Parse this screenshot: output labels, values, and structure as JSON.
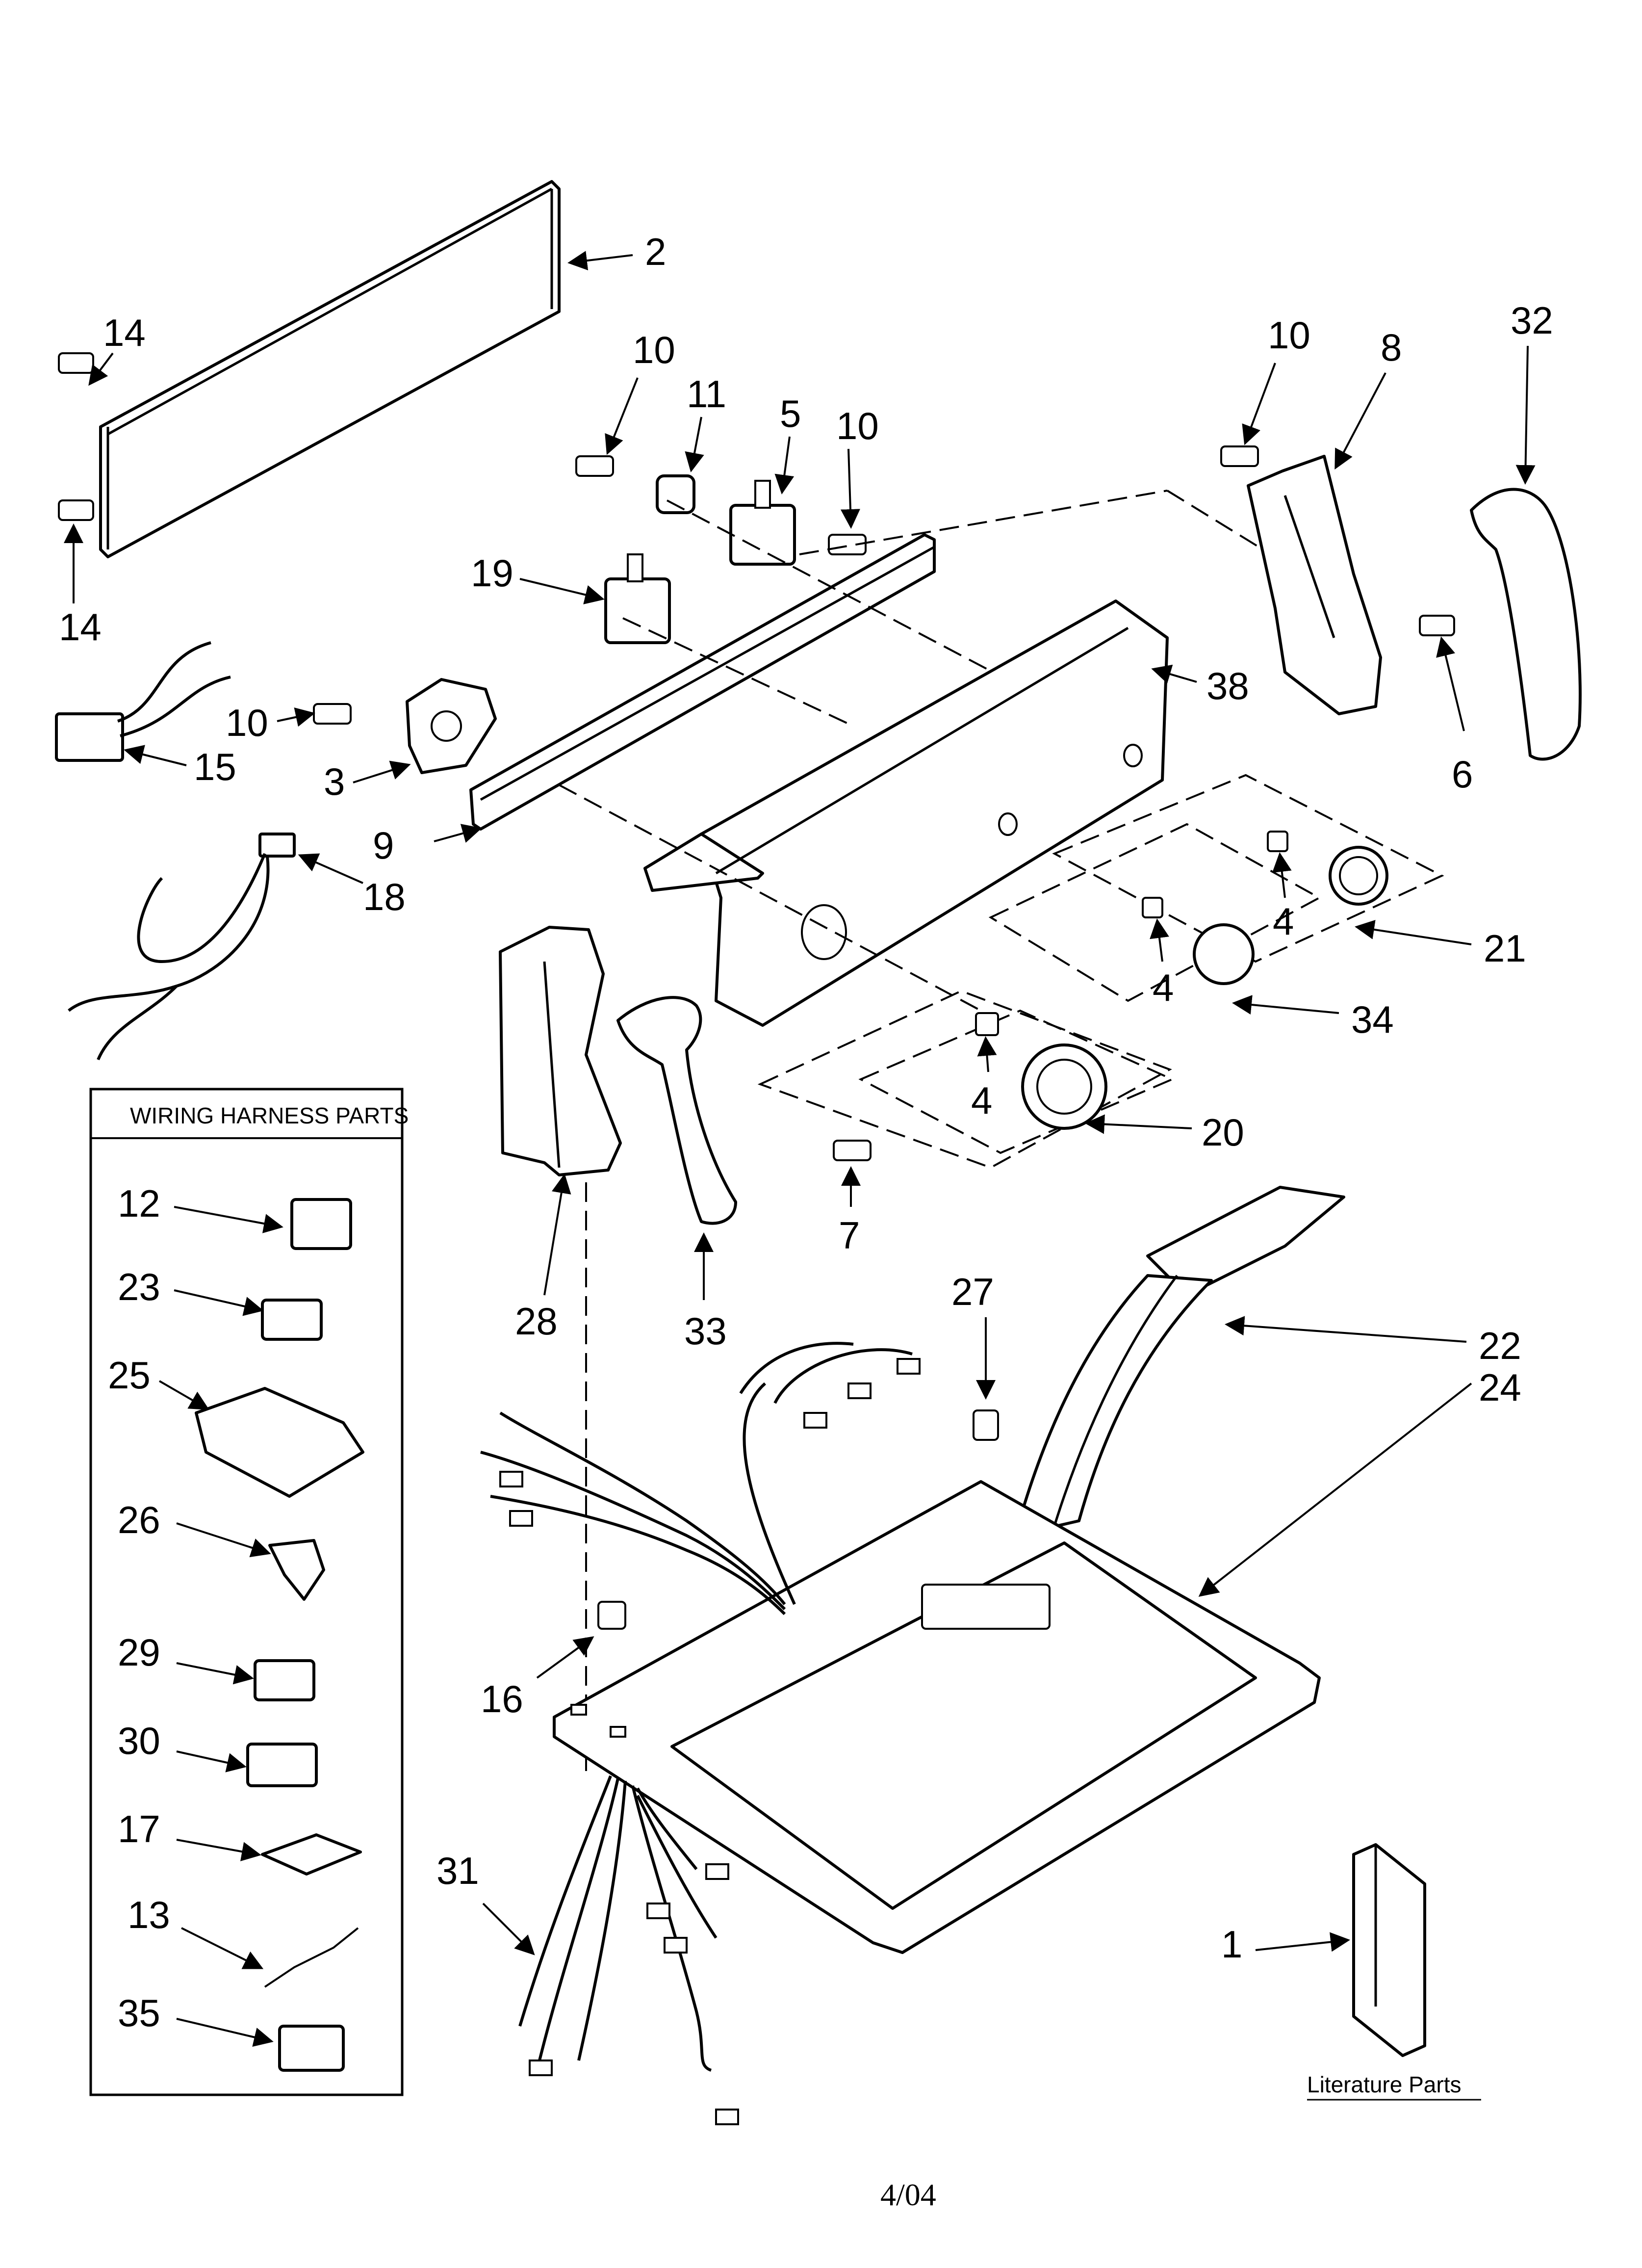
{
  "callouts": {
    "n1": "1",
    "n2": "2",
    "n3": "3",
    "n4a": "4",
    "n4b": "4",
    "n4c": "4",
    "n5": "5",
    "n6": "6",
    "n7": "7",
    "n8": "8",
    "n9": "9",
    "n10a": "10",
    "n10b": "10",
    "n10c": "10",
    "n10d": "10",
    "n11": "11",
    "n14a": "14",
    "n14b": "14",
    "n15": "15",
    "n16": "16",
    "n18": "18",
    "n19": "19",
    "n20": "20",
    "n21": "21",
    "n22": "22",
    "n24": "24",
    "n27": "27",
    "n28": "28",
    "n31": "31",
    "n32": "32",
    "n33": "33",
    "n34": "34",
    "n38": "38"
  },
  "wiring_harness": {
    "title": "WIRING HARNESS PARTS",
    "items": [
      "12",
      "23",
      "25",
      "26",
      "29",
      "30",
      "17",
      "13",
      "35"
    ]
  },
  "literature": {
    "label": "Literature Parts"
  },
  "footer": {
    "date": "4/04"
  }
}
